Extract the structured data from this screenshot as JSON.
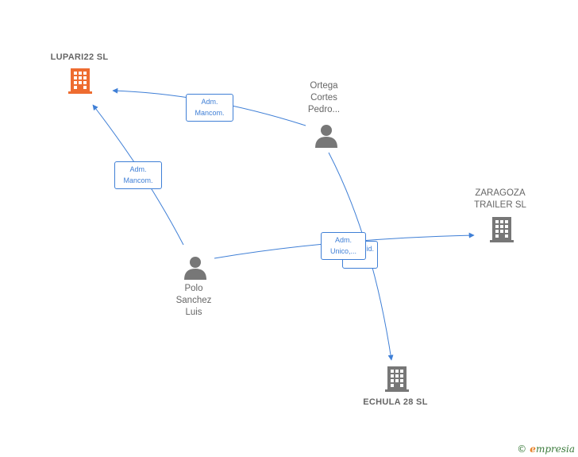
{
  "nodes": {
    "lupari": {
      "label": "LUPARI22  SL",
      "type": "company",
      "color": "#ee6c30"
    },
    "ortega": {
      "label_lines": [
        "Ortega",
        "Cortes",
        "Pedro..."
      ],
      "type": "person"
    },
    "zaragoza": {
      "label_lines": [
        "ZARAGOZA",
        "TRAILER  SL"
      ],
      "type": "company"
    },
    "polo": {
      "label_lines": [
        "Polo",
        "Sanchez",
        "Luis"
      ],
      "type": "person"
    },
    "echula": {
      "label": "ECHULA 28  SL",
      "type": "company"
    }
  },
  "edges": {
    "ortega_lupari": {
      "lines": [
        "Adm.",
        "Mancom."
      ]
    },
    "polo_lupari": {
      "lines": [
        "Adm.",
        "Mancom."
      ]
    },
    "polo_zaragoza": {
      "lines": [
        "Adm.",
        "Unico,..."
      ]
    },
    "ortega_echula": {
      "lines": [
        "",
        "Solid."
      ]
    }
  },
  "colors": {
    "edge": "#3f7fd6",
    "node_gray": "#777777",
    "highlight": "#ee6c30"
  },
  "watermark": {
    "copyright": "©",
    "brand_first": "e",
    "brand_rest": "mpresia"
  }
}
